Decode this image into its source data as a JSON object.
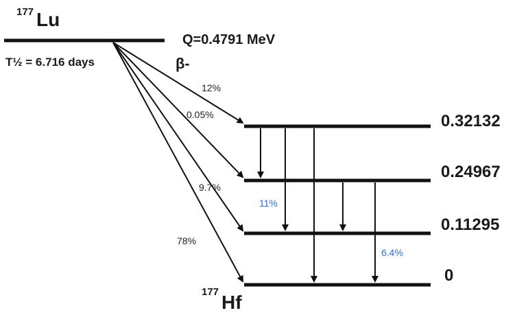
{
  "parent": {
    "mass_number": "177",
    "symbol": "Lu",
    "half_life": "T½ = 6.716 days"
  },
  "daughter": {
    "mass_number": "177",
    "symbol": "Hf"
  },
  "decay": {
    "q_value": "Q=0.4791 MeV",
    "mode": "β-"
  },
  "levels": [
    {
      "energy": "0.32132"
    },
    {
      "energy": "0.24967"
    },
    {
      "energy": "0.11295"
    },
    {
      "energy": "0"
    }
  ],
  "beta_branches": [
    {
      "to_level": "0.32132",
      "intensity": "12%"
    },
    {
      "to_level": "0.24967",
      "intensity": "0.05%"
    },
    {
      "to_level": "0.11295",
      "intensity": "9.7%"
    },
    {
      "to_level": "0",
      "intensity": "78%"
    }
  ],
  "gamma_transitions": [
    {
      "from": "0.32132",
      "to": "0.24967",
      "intensity": ""
    },
    {
      "from": "0.32132",
      "to": "0.11295",
      "intensity": "11%"
    },
    {
      "from": "0.32132",
      "to": "0",
      "intensity": ""
    },
    {
      "from": "0.24967",
      "to": "0.11295",
      "intensity": ""
    },
    {
      "from": "0.24967",
      "to": "0",
      "intensity": "6.4%"
    }
  ],
  "colors": {
    "lines": "#111111",
    "gamma_label": "#2f6fd6"
  }
}
